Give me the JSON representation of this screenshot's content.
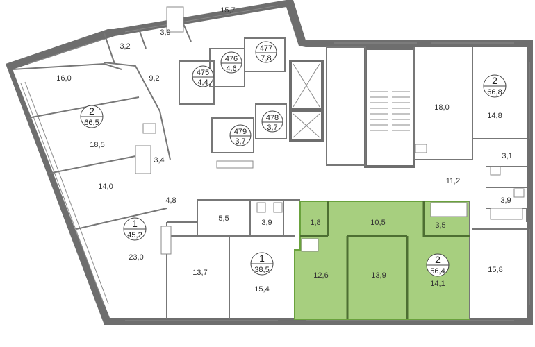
{
  "colors": {
    "wall": "#6e6e6e",
    "highlight_fill": "#a7cf7f",
    "highlight_stroke": "#6aa23d",
    "background": "#ffffff"
  },
  "apartments": [
    {
      "rooms": "2",
      "area": "66,5"
    },
    {
      "rooms": "2",
      "area": "66,8"
    },
    {
      "rooms": "1",
      "area": "45,2"
    },
    {
      "rooms": "1",
      "area": "38,5"
    },
    {
      "rooms": "2",
      "area": "56,4"
    }
  ],
  "storage_units": [
    {
      "number": "475",
      "area": "4,4"
    },
    {
      "number": "476",
      "area": "4,6"
    },
    {
      "number": "477",
      "area": "7,8"
    },
    {
      "number": "478",
      "area": "3,7"
    },
    {
      "number": "479",
      "area": "3,7"
    }
  ],
  "room_areas": [
    "15,7",
    "3,9",
    "3,2",
    "16,0",
    "9,2",
    "18,5",
    "3,4",
    "14,0",
    "4,8",
    "23,0",
    "5,5",
    "3,9",
    "13,7",
    "15,4",
    "18,0",
    "14,8",
    "3,1",
    "11,2",
    "3,9",
    "1,8",
    "10,5",
    "3,5",
    "12,6",
    "13,9",
    "14,1",
    "15,8"
  ]
}
